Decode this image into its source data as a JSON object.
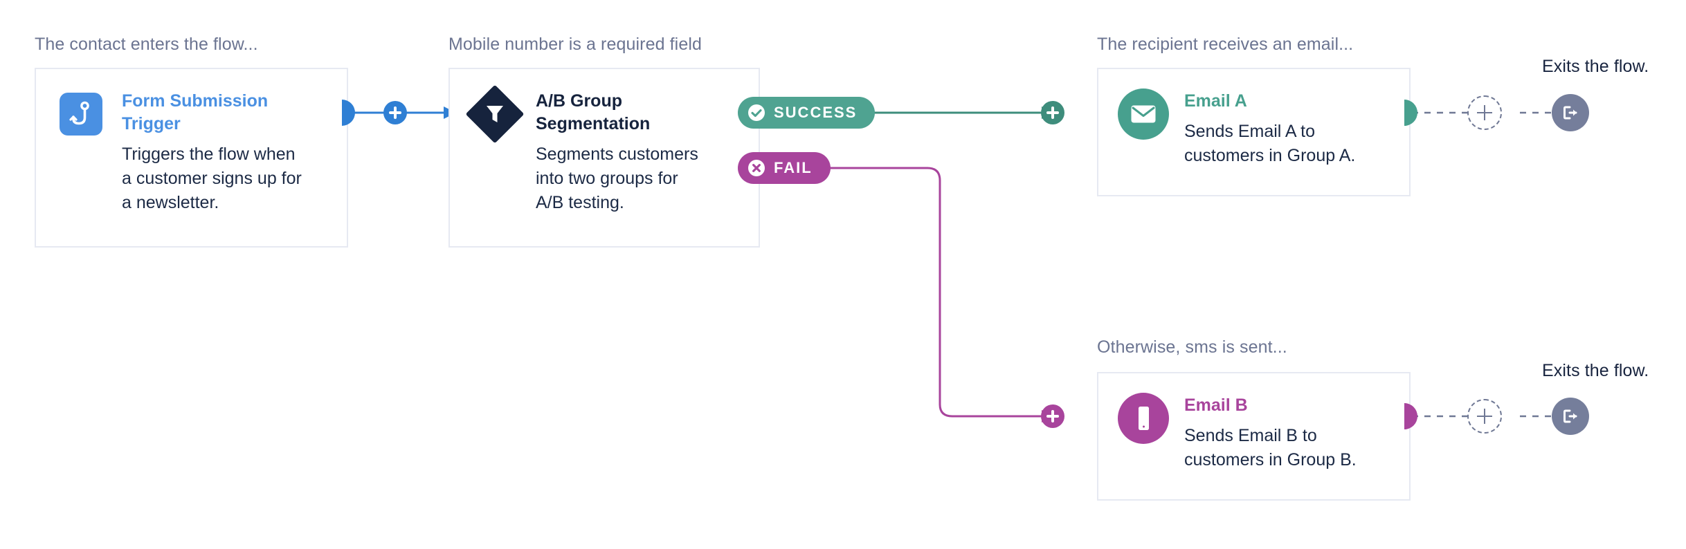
{
  "captions": {
    "trigger": "The contact enters the flow...",
    "segmentation": "Mobile number is a required field",
    "email_a": "The recipient receives an email...",
    "email_b": "Otherwise, sms is sent...",
    "exit_a": "Exits the flow.",
    "exit_b": "Exits the flow."
  },
  "nodes": [
    {
      "id": "form-submission-trigger",
      "title": "Form Submission Trigger",
      "description": "Triggers the flow when a customer signs up for a newsletter.",
      "icon": "fishing-hook-icon",
      "icon_shape": "rounded-square",
      "accent": "#4a90e2"
    },
    {
      "id": "ab-group-segmentation",
      "title": "A/B Group Segmentation",
      "description": "Segments customers into two groups for A/B testing.",
      "icon": "funnel-filter-icon",
      "icon_shape": "diamond",
      "accent": "#16233d"
    },
    {
      "id": "email-a",
      "title": "Email A",
      "description": "Sends Email A to customers in Group A.",
      "icon": "envelope-icon",
      "icon_shape": "circle",
      "accent": "#47a08e"
    },
    {
      "id": "email-b",
      "title": "Email B",
      "description": "Sends Email B to customers in Group B.",
      "icon": "mobile-phone-icon",
      "icon_shape": "circle",
      "accent": "#a8449c"
    }
  ],
  "branches": [
    {
      "id": "success",
      "label": "SUCCESS",
      "icon": "check-circle-icon",
      "color": "#4fa391"
    },
    {
      "id": "fail",
      "label": "FAIL",
      "icon": "x-circle-icon",
      "color": "#a8449c"
    }
  ],
  "controls": {
    "add_step_icon": "plus-icon",
    "add_step_placeholder_icon": "plus-icon-dashed",
    "exit_icon": "exit-flow-icon"
  },
  "colors": {
    "blue": "#2f7fd4",
    "teal": "#47a08e",
    "plum": "#a8449c",
    "navy": "#16233d",
    "slate": "#757e9b",
    "caption": "#6b7491",
    "card_border": "#e6e9f2"
  }
}
